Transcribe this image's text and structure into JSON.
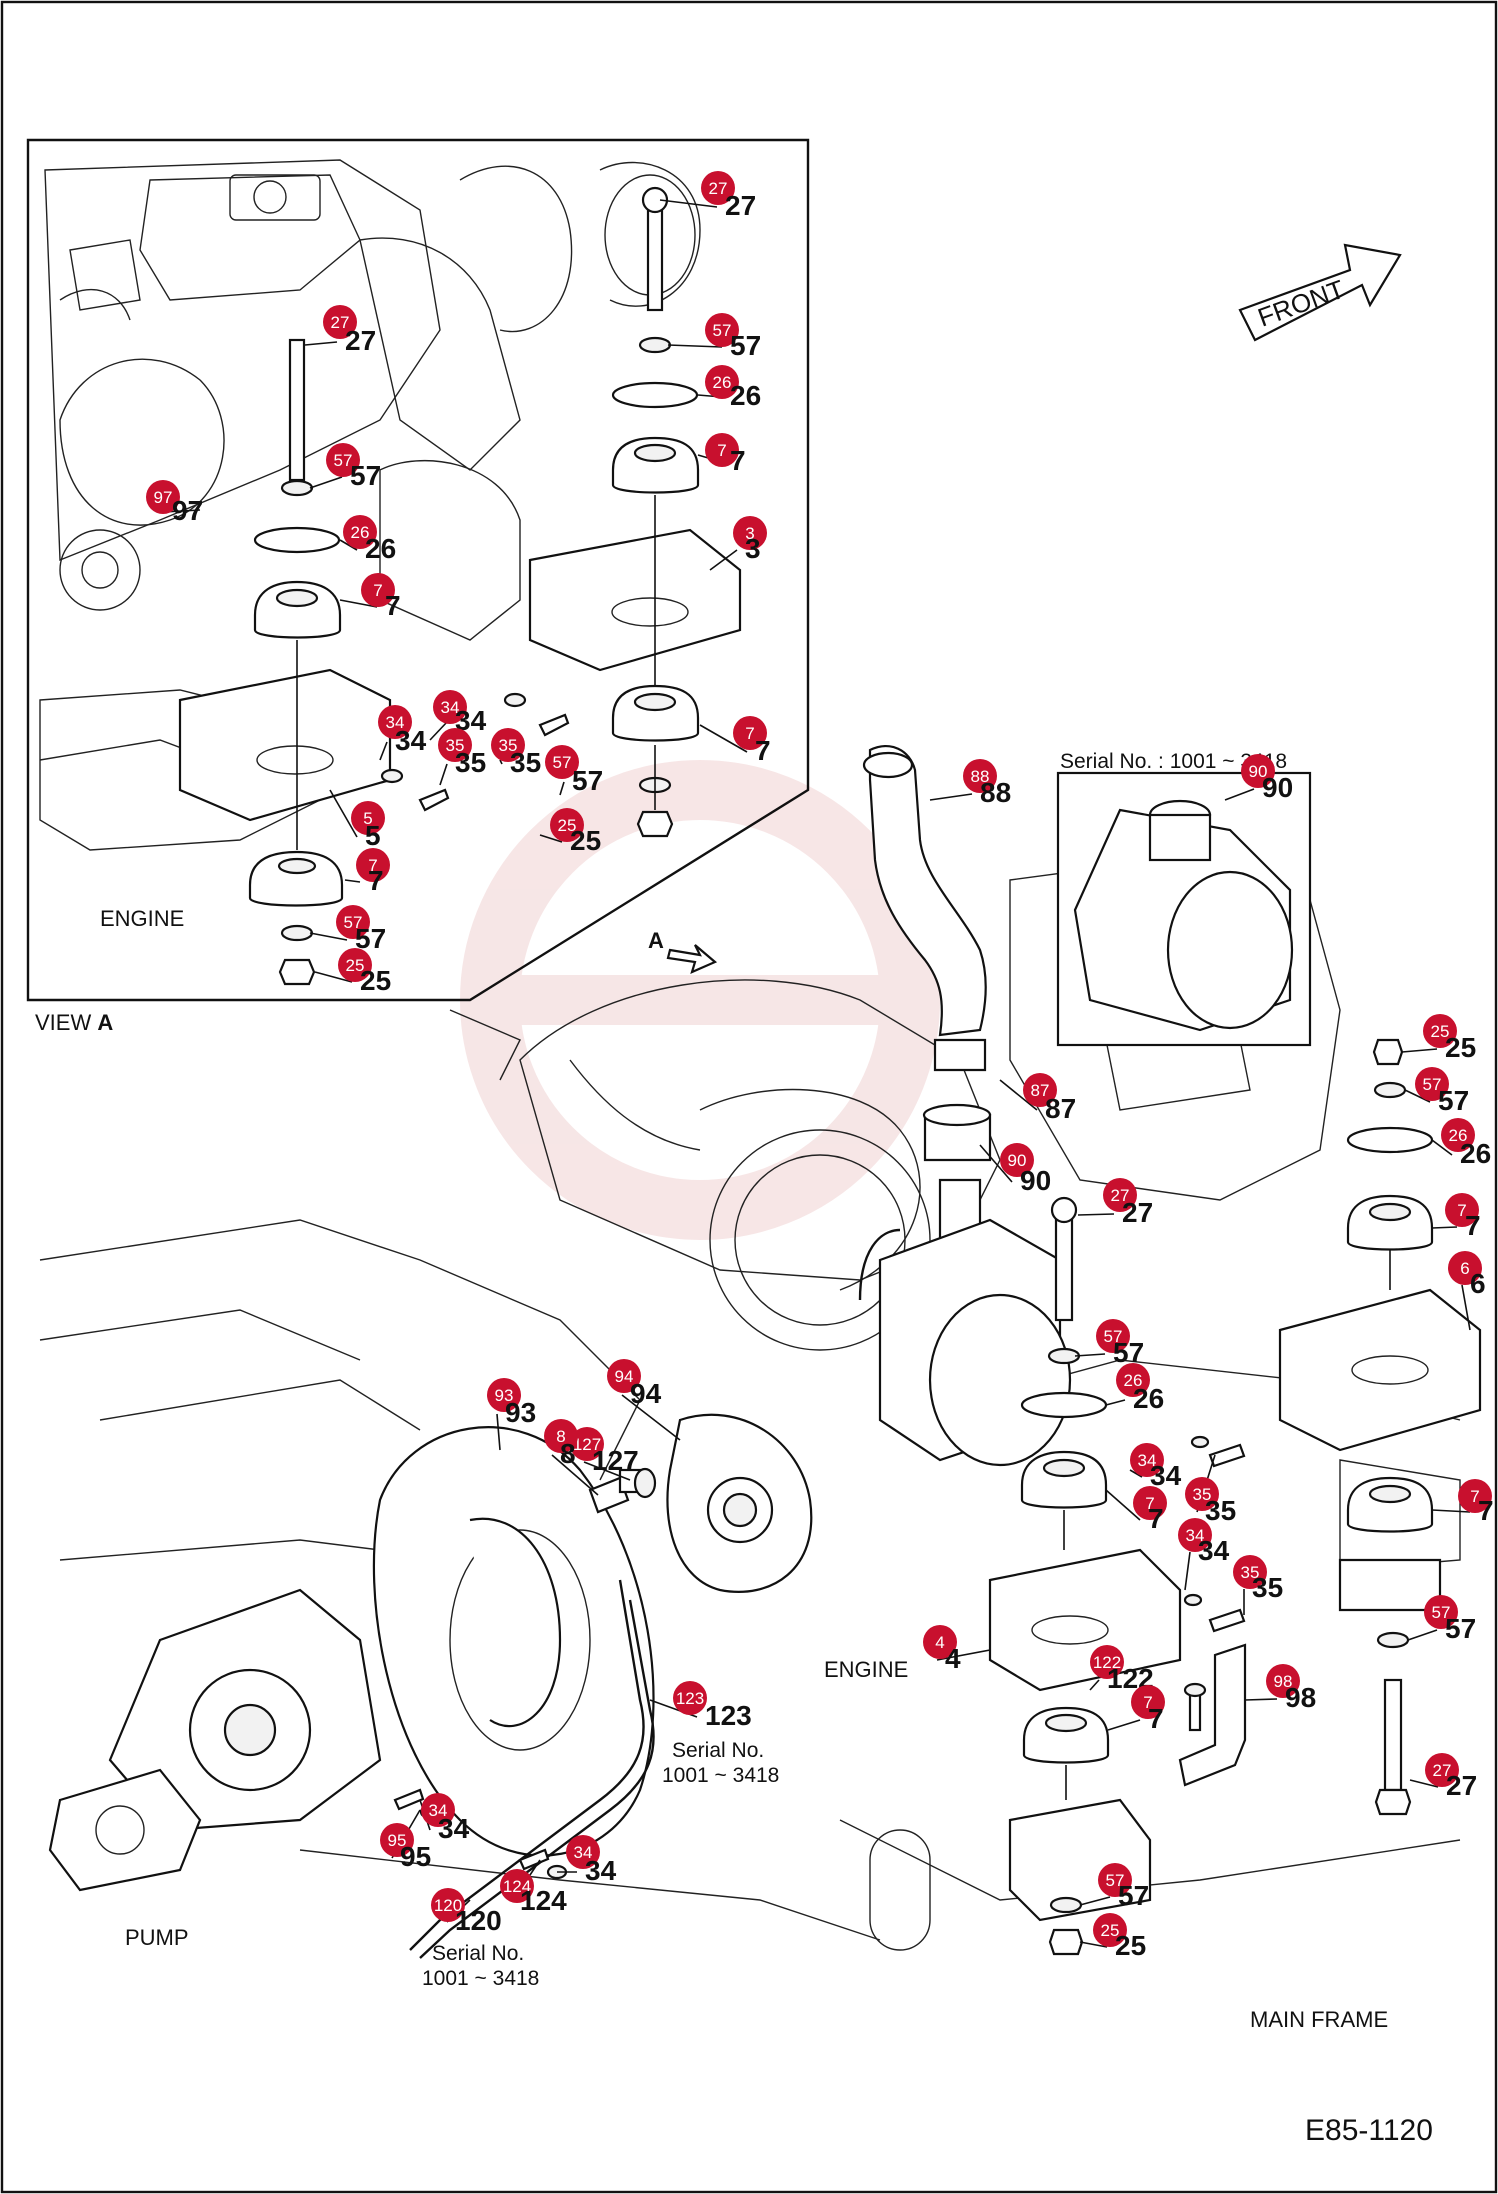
{
  "document": {
    "code": "E85-1120",
    "view_label_prefix": "VIEW ",
    "view_label_letter": "A",
    "arrow_letter": "A",
    "front_label": "FRONT"
  },
  "captions": {
    "engine_view": "ENGINE",
    "engine_main": "ENGINE",
    "pump": "PUMP",
    "main_frame": "MAIN FRAME",
    "serial_inset": "Serial No. : 1001 ~ 3418",
    "serial_123_line1": "Serial No.",
    "serial_123_line2": "1001 ~ 3418",
    "serial_120_line1": "Serial No.",
    "serial_120_line2": "1001 ~ 3418"
  },
  "callouts": {
    "view_a": [
      "27",
      "27",
      "57",
      "57",
      "97",
      "26",
      "26",
      "7",
      "7",
      "3",
      "34",
      "34",
      "35",
      "35",
      "57",
      "7",
      "5",
      "25",
      "7",
      "57",
      "25"
    ],
    "main": [
      "88",
      "90",
      "90",
      "87",
      "27",
      "57",
      "26",
      "34",
      "7",
      "35",
      "34",
      "35",
      "4",
      "122",
      "7",
      "98",
      "25",
      "57",
      "26",
      "7",
      "6",
      "7",
      "57",
      "27",
      "57",
      "25",
      "93",
      "127",
      "8",
      "94",
      "123",
      "34",
      "95",
      "34",
      "124",
      "120"
    ]
  },
  "colors": {
    "callout_badge": "#c8102e",
    "line_art": "#111111",
    "watermark": "#e8b8b8"
  }
}
